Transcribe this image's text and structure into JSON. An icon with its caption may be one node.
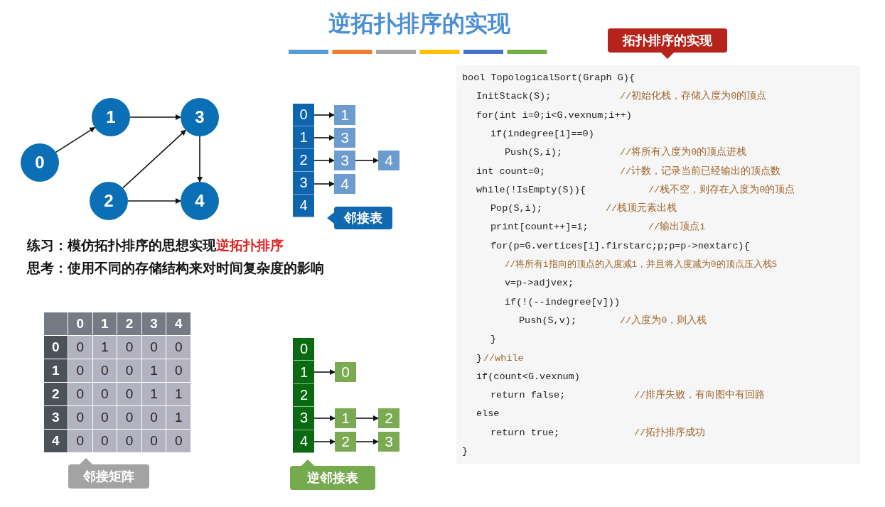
{
  "diagram": {
    "title": "逆拓扑排序的实现",
    "nodes": [
      {
        "text": [
          "0"
        ]
      },
      {
        "text": [
          "1"
        ]
      },
      {
        "text": [
          "2"
        ]
      },
      {
        "text": [
          "3"
        ]
      },
      {
        "text": [
          "4"
        ]
      },
      {
        "text": [
          "0"
        ]
      },
      {
        "text": [
          "1"
        ]
      },
      {
        "text": [
          "2"
        ]
      },
      {
        "text": [
          "3"
        ]
      },
      {
        "text": [
          "4"
        ]
      },
      {
        "text": [
          "1"
        ]
      },
      {
        "text": [
          "3"
        ]
      },
      {
        "text": [
          "3"
        ]
      },
      {
        "text": [
          "4"
        ]
      },
      {
        "text": [
          "4"
        ]
      },
      {
        "text": [
          "邻接表"
        ]
      },
      {
        "text": [
          "0"
        ]
      },
      {
        "text": [
          "1"
        ]
      },
      {
        "text": [
          "2"
        ]
      },
      {
        "text": [
          "3"
        ]
      },
      {
        "text": [
          "4"
        ]
      },
      {
        "text": [
          "0"
        ]
      },
      {
        "text": [
          "1"
        ]
      },
      {
        "text": [
          "2"
        ]
      },
      {
        "text": [
          "2"
        ]
      },
      {
        "text": [
          "3"
        ]
      },
      {
        "text": [
          "逆邻接表"
        ]
      },
      {
        "text": [
          "邻接矩阵"
        ]
      },
      {
        "text": [
          "拓扑排序的实现"
        ]
      }
    ],
    "edges": [
      {
        "from": 0,
        "to": 1,
        "arrow": "to"
      },
      {
        "from": 1,
        "to": 3,
        "arrow": "to"
      },
      {
        "from": 2,
        "to": 3,
        "arrow": "to"
      },
      {
        "from": 3,
        "to": 4,
        "arrow": "to"
      },
      {
        "from": 2,
        "to": 4,
        "arrow": "to"
      },
      {
        "from": 5,
        "to": 10,
        "arrow": "to"
      },
      {
        "from": 6,
        "to": 11,
        "arrow": "to"
      },
      {
        "from": 7,
        "to": 12,
        "arrow": "to"
      },
      {
        "from": 12,
        "to": 13,
        "arrow": "to"
      },
      {
        "from": 8,
        "to": 14,
        "arrow": "to"
      },
      {
        "from": 17,
        "to": 21,
        "arrow": "to"
      },
      {
        "from": 19,
        "to": 22,
        "arrow": "to"
      },
      {
        "from": 22,
        "to": 23,
        "arrow": "to"
      },
      {
        "from": 20,
        "to": 24,
        "arrow": "to"
      },
      {
        "from": 24,
        "to": 25,
        "arrow": "to"
      }
    ],
    "labels": [
      "0",
      "1",
      "2",
      "3",
      "4",
      "0",
      "0",
      "1",
      "0",
      "0",
      "0",
      "1",
      "0",
      "0",
      "0",
      "1",
      "0",
      "2",
      "0",
      "0",
      "0",
      "1",
      "1",
      "3",
      "0",
      "0",
      "0",
      "0",
      "1",
      "4",
      "0",
      "0",
      "0",
      "0",
      "0",
      "练习：模仿拓扑排序的思想实现**逆拓扑排序**",
      "思考：使用不同的存储结构来对时间复杂度的影响",
      "bool TopologicalSort(Graph G){",
      "InitStack(S);",
      "//初始化栈，存储入度为0的顶点",
      "for(int i=0;i<G.vexnum;i++)",
      "if(indegree[i]==0)",
      "Push(S,i);",
      "//将所有入度为0的顶点进栈",
      "int count=0;",
      "//计数，记录当前已经输出的顶点数",
      "while(!IsEmpty(S)){",
      "//栈不空，则存在入度为0的顶点",
      "Pop(S,i);",
      "//栈顶元素出栈",
      "print[count++]=i;",
      "//输出顶点i",
      "for(p=G.vertices[i].firstarc;p;p=p->nextarc){",
      "//将所有i指向的顶点的入度减1，并且将入度减为0的顶点压入栈S",
      "v=p->adjvex;",
      "if(!(--indegree[v]))",
      "Push(S,v);",
      "//入度为0，则入栈",
      "}",
      "}",
      "//while",
      "if(count<G.vexnum)",
      "return false;",
      "//排序失败，有向图中有回路",
      "else",
      "return true;",
      "//拓扑排序成功",
      "}"
    ]
  }
}
